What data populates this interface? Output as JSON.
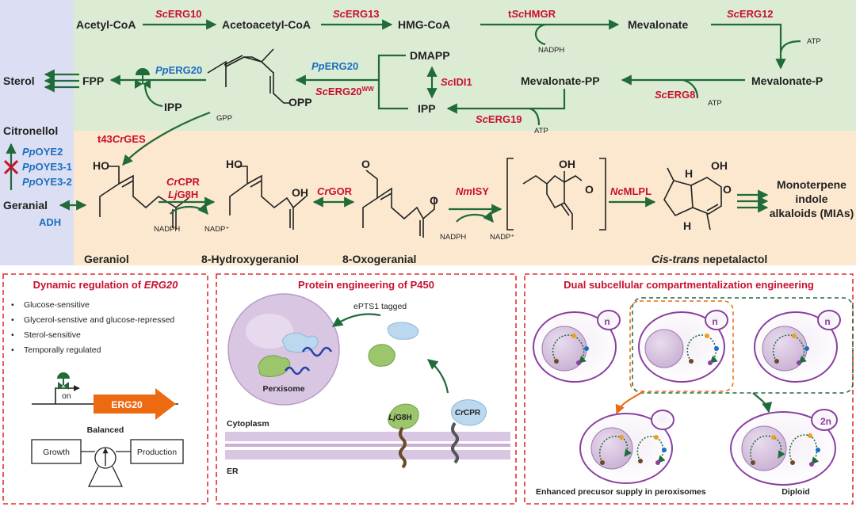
{
  "colors": {
    "green_band": "#dcebd3",
    "orange_band": "#fbe8cf",
    "blue_band": "#dcdff3",
    "arrow": "#1f6b3a",
    "red_enzyme": "#c8102e",
    "blue_enzyme": "#1a6fc2",
    "panel_border": "#e0302f",
    "erg20_promoter": "#ec6a10"
  },
  "mva": {
    "acetyl_coa": "Acetyl-CoA",
    "acetoacetyl_coa": "Acetoacetyl-CoA",
    "hmg_coa": "HMG-CoA",
    "mevalonate": "Mevalonate",
    "mevalonate_p": "Mevalonate-P",
    "mevalonate_pp": "Mevalonate-PP",
    "dmapp": "DMAPP",
    "ipp": "IPP",
    "fpp": "FPP",
    "sterol": "Sterol",
    "ipp2": "IPP",
    "gpp": "GPP",
    "opp": "OPP"
  },
  "enzymes": {
    "erg10": {
      "prefix": "Sc",
      "name": "ERG10"
    },
    "erg13": {
      "prefix": "Sc",
      "name": "ERG13"
    },
    "hmgr": {
      "pre": "t",
      "prefix": "Sc",
      "name": "HMGR"
    },
    "erg12": {
      "prefix": "Sc",
      "name": "ERG12"
    },
    "erg8": {
      "prefix": "Sc",
      "name": "ERG8"
    },
    "erg19": {
      "prefix": "Sc",
      "name": "ERG19"
    },
    "idi1": {
      "prefix": "Sc",
      "name": "IDI1"
    },
    "pperg20_a": {
      "prefix": "Pp",
      "name": "ERG20"
    },
    "pperg20_b": {
      "prefix": "Pp",
      "name": "ERG20"
    },
    "scerg20ww": {
      "prefix": "Sc",
      "name": "ERG20",
      "sup": "WW"
    },
    "ges": {
      "pre": "t43",
      "prefix": "Cr",
      "name": "GES"
    },
    "crcpr": {
      "prefix": "Cr",
      "name": "CPR"
    },
    "g8h": {
      "prefix": "Lj",
      "name": "G8H"
    },
    "gor": {
      "prefix": "Cr",
      "name": "GOR"
    },
    "isy": {
      "prefix": "Nm",
      "name": "ISY"
    },
    "mlpl": {
      "prefix": "Nc",
      "name": "MLPL"
    },
    "oye2": {
      "prefix": "Pp",
      "name": "OYE2"
    },
    "oye31": {
      "prefix": "Pp",
      "name": "OYE3-1"
    },
    "oye32": {
      "prefix": "Pp",
      "name": "OYE3-2"
    },
    "adh": "ADH"
  },
  "cofactors": {
    "nadph1": "NADPH",
    "atp1": "ATP",
    "atp2": "ATP",
    "atp3": "ATP",
    "nadph2": "NADPH",
    "nadp2": "NADP⁺",
    "nadph3": "NADPH",
    "nadp3": "NADP⁺"
  },
  "mia": {
    "citronellol": "Citronellol",
    "geranial": "Geranial",
    "geraniol": "Geraniol",
    "hydroxy": "8-Hydroxygeraniol",
    "oxo": "8-Oxogeranial",
    "nep_italic": "Cis-trans",
    "nep_rest": " nepetalactol",
    "product_line1": "Monoterpene",
    "product_line2": "indole",
    "product_line3": "alkaloids (MIAs)",
    "ho": "HO",
    "oh": "OH",
    "o": "O",
    "h": "H"
  },
  "panel1": {
    "title_pre": "Dynamic regulation of ",
    "title_it": "ERG20",
    "bullets": [
      "Glucose-sensitive",
      "Glycerol-senstive and glucose-repressed",
      "Sterol-sensitive",
      "Temporally regulated"
    ],
    "on": "on",
    "gene": "ERG20",
    "balanced": "Balanced",
    "growth": "Growth",
    "production": "Production"
  },
  "panel2": {
    "title": "Protein engineering of P450",
    "tag": "ePTS1 tagged",
    "perxisome": "Perxisome",
    "cytoplasm": "Cytoplasm",
    "er": "ER",
    "lj_prefix": "Lj",
    "lj_name": "G8H",
    "cr_prefix": "Cr",
    "cr_name": "CPR"
  },
  "panel3": {
    "title": "Dual subcellular compartmentalization engineering",
    "n1": "n",
    "n2": "n",
    "n3": "n",
    "two_n": "2n",
    "caption1": "Enhanced precusor supply in peroxisomes",
    "caption2": "Diploid"
  }
}
